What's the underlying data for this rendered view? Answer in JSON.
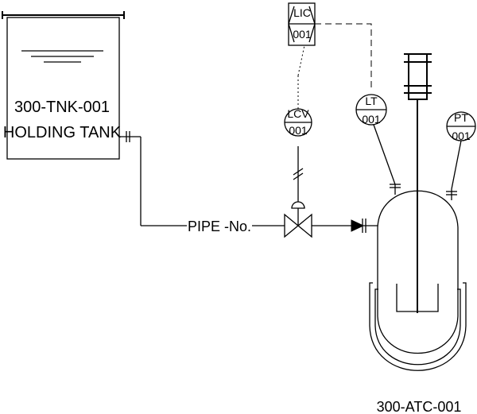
{
  "tank": {
    "id_label": "300-TNK-001",
    "name_label": "HOLDING TANK"
  },
  "pipe": {
    "label": "PIPE -No."
  },
  "reactor": {
    "label": "300-ATC-001"
  },
  "instruments": {
    "lic": {
      "tag": "LIC",
      "number": "001"
    },
    "lcv": {
      "tag": "LCV",
      "number": "001"
    },
    "lt": {
      "tag": "LT",
      "number": "001"
    },
    "pt": {
      "tag": "PT",
      "number": "001"
    }
  }
}
